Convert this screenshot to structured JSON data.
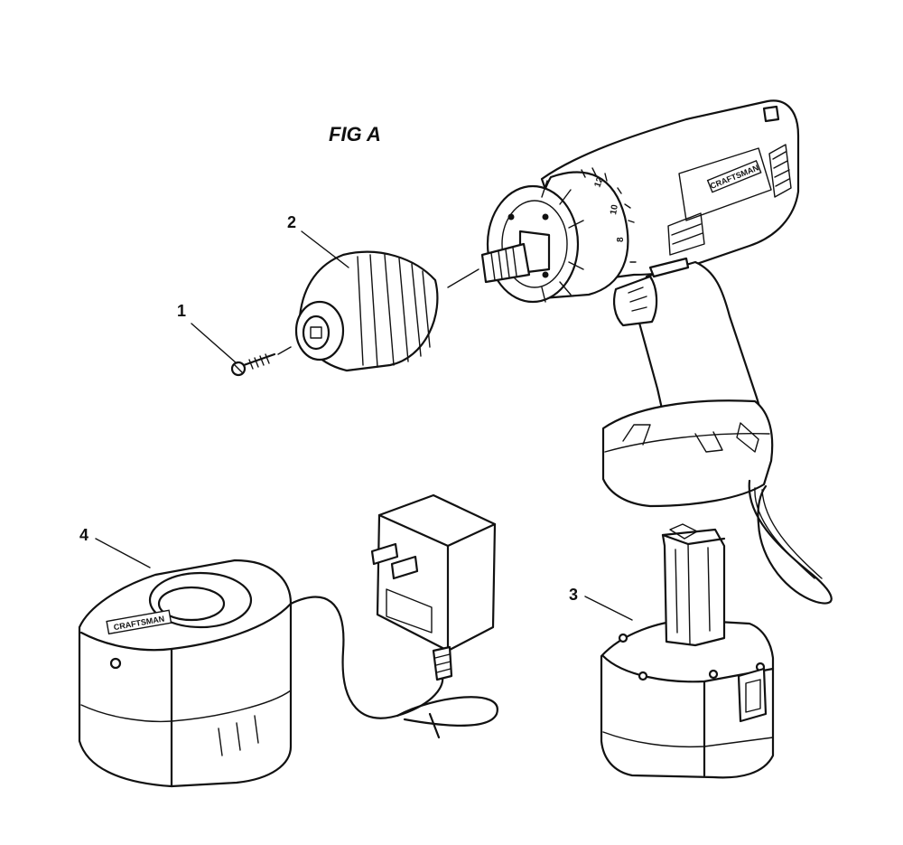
{
  "figure": {
    "title": "FIG A",
    "brand": "CRAFTSMAN",
    "dial_numbers": [
      "8",
      "10",
      "12"
    ],
    "callouts": [
      {
        "number": "1",
        "part": "screw"
      },
      {
        "number": "2",
        "part": "chuck"
      },
      {
        "number": "3",
        "part": "battery-pack"
      },
      {
        "number": "4",
        "part": "charger"
      }
    ]
  }
}
